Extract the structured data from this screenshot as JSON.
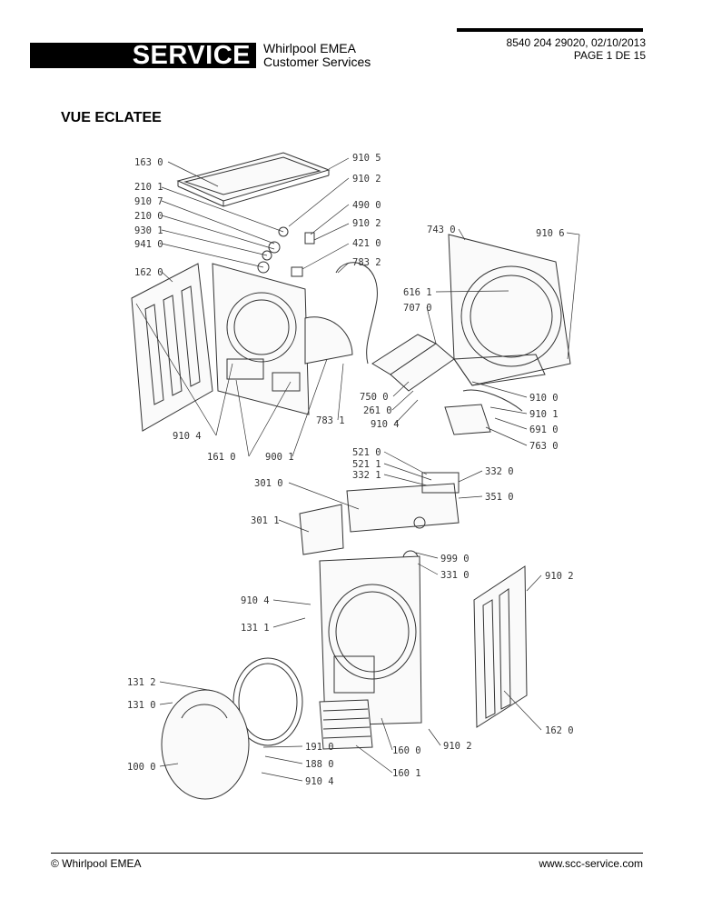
{
  "header": {
    "service_label": "SERVICE",
    "company_line1": "Whirlpool EMEA",
    "company_line2": "Customer Services",
    "doc_ref": "8540 204 29020, 02/10/2013",
    "page_info": "PAGE 1 DE 15"
  },
  "section_title": "VUE ECLATEE",
  "labels": [
    "163 0",
    "910 5",
    "910 2",
    "210 1",
    "910 7",
    "490 0",
    "210 0",
    "910 2",
    "930 1",
    "421 0",
    "941 0",
    "783 2",
    "162 0",
    "743 0",
    "910 6",
    "616 1",
    "707 0",
    "750 0",
    "261 0",
    "910 4",
    "783 1",
    "910 0",
    "910 1",
    "691 0",
    "763 0",
    "910 4",
    "161 0",
    "900 1",
    "521 0",
    "521 1",
    "332 1",
    "332 0",
    "351 0",
    "301 0",
    "301 1",
    "999 0",
    "331 0",
    "910 2",
    "910 4",
    "131 1",
    "131 2",
    "131 0",
    "191 0",
    "188 0",
    "100 0",
    "910 4",
    "160 0",
    "910 2",
    "160 1",
    "162 0"
  ],
  "footer": {
    "copyright": "© Whirlpool EMEA",
    "website": "www.scc-service.com"
  }
}
